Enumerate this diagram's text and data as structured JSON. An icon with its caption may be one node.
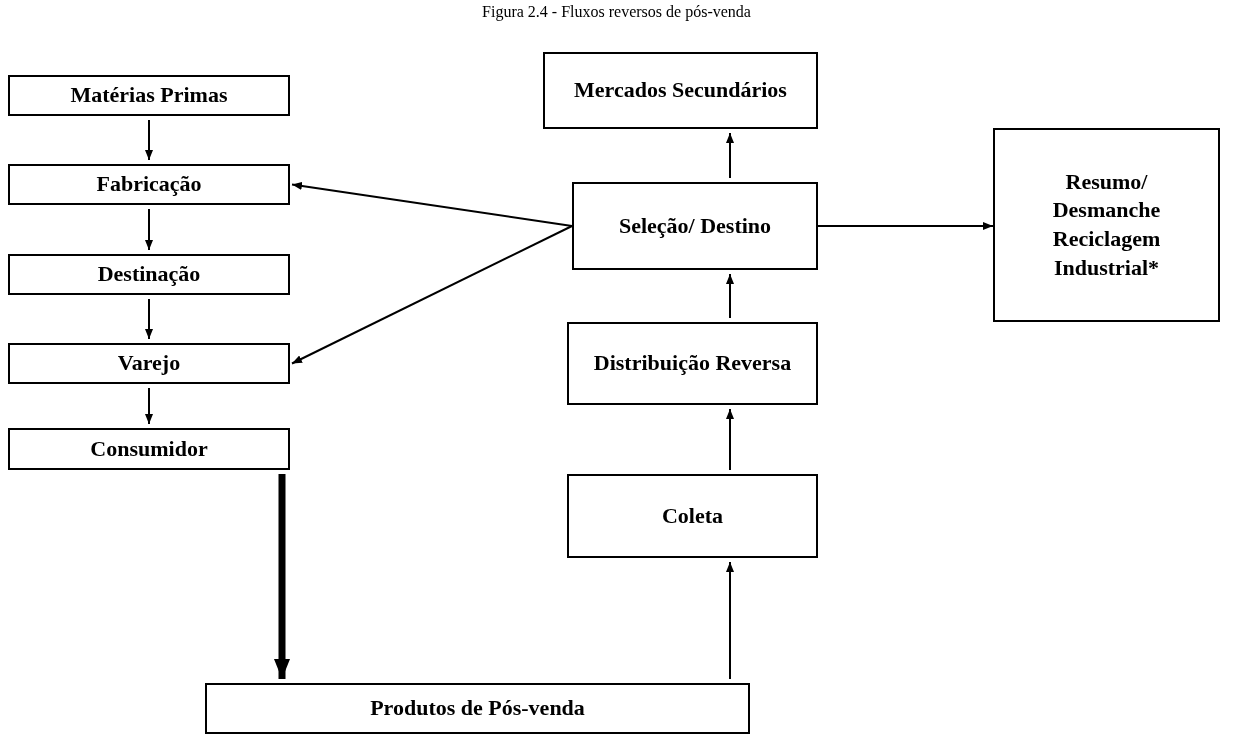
{
  "diagram": {
    "title": "Figura 2.4 - Fluxos reversos de pós-venda",
    "nodes": [
      {
        "text": [
          "Matérias Primas"
        ]
      },
      {
        "text": [
          "Fabricação"
        ]
      },
      {
        "text": [
          "Destinação"
        ]
      },
      {
        "text": [
          "Varejo"
        ]
      },
      {
        "text": [
          "Consumidor"
        ]
      },
      {
        "text": [
          "Mercados Secundários"
        ]
      },
      {
        "text": [
          "Seleção/ Destino"
        ]
      },
      {
        "text": [
          "Resumo/ Desmanche Reciclagem Industrial*"
        ]
      },
      {
        "text": [
          "Distribuição Reversa"
        ]
      },
      {
        "text": [
          "Coleta"
        ]
      },
      {
        "text": [
          "Produtos de Pós-venda"
        ]
      }
    ],
    "edges": [
      {
        "from": 0,
        "to": 1,
        "arrow": "to"
      },
      {
        "from": 1,
        "to": 2,
        "arrow": "to"
      },
      {
        "from": 2,
        "to": 3,
        "arrow": "to"
      },
      {
        "from": 3,
        "to": 4,
        "arrow": "to"
      },
      {
        "from": 4,
        "to": 10,
        "arrow": "to",
        "style": "thick"
      },
      {
        "from": 10,
        "to": 9,
        "arrow": "to"
      },
      {
        "from": 9,
        "to": 8,
        "arrow": "to"
      },
      {
        "from": 8,
        "to": 6,
        "arrow": "to"
      },
      {
        "from": 6,
        "to": 5,
        "arrow": "to"
      },
      {
        "from": 6,
        "to": 1,
        "arrow": "to"
      },
      {
        "from": 6,
        "to": 3,
        "arrow": "to"
      },
      {
        "from": 6,
        "to": 7,
        "arrow": "to"
      }
    ]
  }
}
